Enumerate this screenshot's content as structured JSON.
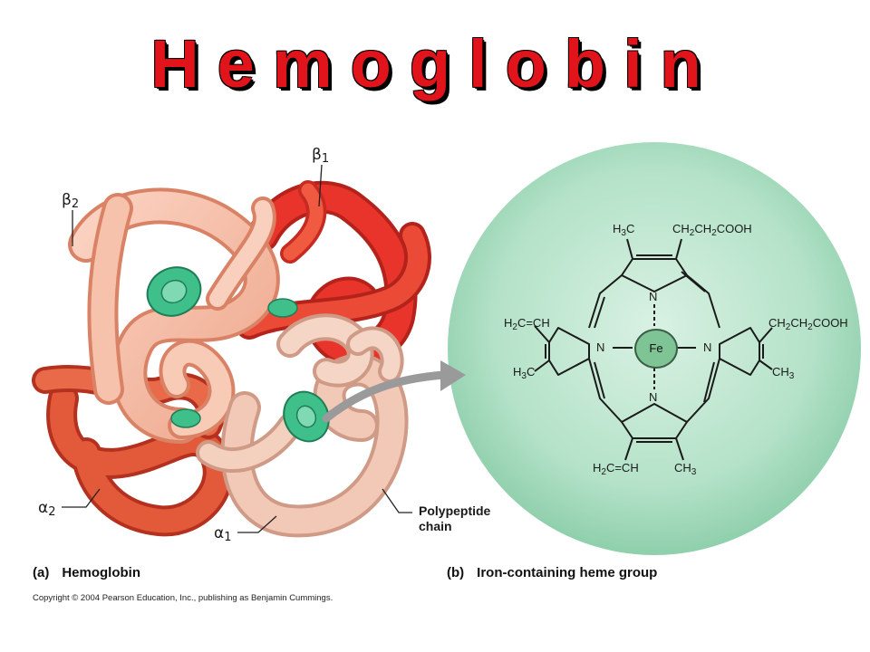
{
  "title": "Hemoglobin",
  "protein": {
    "labels": {
      "beta1": {
        "symbol": "β",
        "sub": "1"
      },
      "beta2": {
        "symbol": "β",
        "sub": "2"
      },
      "alpha1": {
        "symbol": "α",
        "sub": "1"
      },
      "alpha2": {
        "symbol": "α",
        "sub": "2"
      }
    },
    "polypeptide_label_line1": "Polypeptide",
    "polypeptide_label_line2": "chain"
  },
  "heme": {
    "center_atom": "Fe",
    "nitrogen": "N",
    "groups": {
      "top_left": {
        "a": "H",
        "sub1": "3",
        "b": "C"
      },
      "top_right": {
        "a": "CH",
        "sub1": "2",
        "b": "CH",
        "sub2": "2",
        "c": "COOH"
      },
      "left_upper": {
        "a": "H",
        "sub1": "2",
        "b": "C=CH"
      },
      "left_lower": {
        "a": "H",
        "sub1": "3",
        "b": "C"
      },
      "right_upper": {
        "a": "CH",
        "sub1": "2",
        "b": "CH",
        "sub2": "2",
        "c": "COOH"
      },
      "right_lower": {
        "a": "CH",
        "sub1": "3"
      },
      "bottom_left": {
        "a": "H",
        "sub1": "2",
        "b": "C=CH"
      },
      "bottom_right": {
        "a": "CH",
        "sub1": "3"
      }
    },
    "colors": {
      "background": "#a9dcc0",
      "iron": "#7ec495"
    }
  },
  "captions": {
    "a_tag": "(a)",
    "a_text": "Hemoglobin",
    "b_tag": "(b)",
    "b_text": "Iron-containing heme group"
  },
  "copyright": "Copyright © 2004 Pearson Education, Inc., publishing as Benjamin Cummings.",
  "colors": {
    "title": "#e2141b",
    "beta_chain": "#e8342a",
    "alpha_chain": "#f3a98e",
    "pale_chain": "#f2c9b6",
    "heme_disk": "#3fbf8a"
  }
}
